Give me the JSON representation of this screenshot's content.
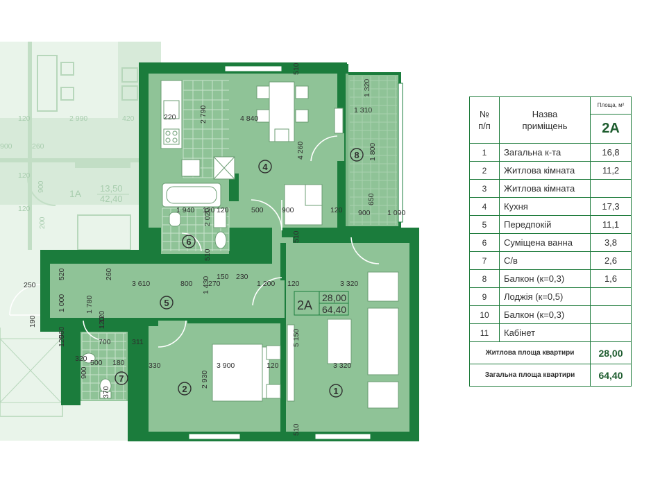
{
  "plan": {
    "apartment_code": "2A",
    "apartment_living": "28,00",
    "apartment_total": "64,40",
    "neighbor": {
      "code": "1A",
      "living": "13,50",
      "total": "42,40"
    },
    "room_markers": [
      "1",
      "2",
      "4",
      "5",
      "6",
      "7",
      "8"
    ],
    "neighbor_dims": [
      "120",
      "2 990",
      "420",
      "900",
      "260",
      "900",
      "120",
      "200",
      "120"
    ],
    "dimensions": [
      "220",
      "2 790",
      "4 840",
      "510",
      "1 320",
      "1 310",
      "4 260",
      "1 800",
      "1 940",
      "120",
      "2 020",
      "120",
      "500",
      "900",
      "120",
      "650",
      "900",
      "1 090",
      "510",
      "510",
      "250",
      "520",
      "260",
      "3 610",
      "800",
      "1 430",
      "270",
      "150",
      "230",
      "1 200",
      "120",
      "3 320",
      "1 000",
      "190",
      "1 780",
      "120",
      "1 120",
      "700",
      "311",
      "500",
      "180",
      "320",
      "900",
      "370",
      "330",
      "2 930",
      "3 900",
      "120",
      "5 150",
      "3 320",
      "510",
      "120",
      "560"
    ]
  },
  "legend": {
    "header": {
      "num": "№\nп/п",
      "name": "Назва\nприміщень",
      "unit": "Площа, м²",
      "code": "2A"
    },
    "rows": [
      {
        "num": "1",
        "name": "Загальна к-та",
        "area": "16,8"
      },
      {
        "num": "2",
        "name": "Житлова кімната",
        "area": "11,2"
      },
      {
        "num": "3",
        "name": "Житлова кімната",
        "area": ""
      },
      {
        "num": "4",
        "name": "Кухня",
        "area": "17,3"
      },
      {
        "num": "5",
        "name": "Передпокій",
        "area": "11,1"
      },
      {
        "num": "6",
        "name": "Суміщена ванна",
        "area": "3,8"
      },
      {
        "num": "7",
        "name": "С/в",
        "area": "2,6"
      },
      {
        "num": "8",
        "name": "Балкон (к=0,3)",
        "area": "1,6"
      },
      {
        "num": "9",
        "name": "Лоджія (к=0,5)",
        "area": ""
      },
      {
        "num": "10",
        "name": "Балкон (к=0,3)",
        "area": ""
      },
      {
        "num": "11",
        "name": "Кабінет",
        "area": ""
      }
    ],
    "living_label": "Житлова площа квартири",
    "living_value": "28,00",
    "total_label": "Загальна площа квартири",
    "total_value": "64,40"
  },
  "colors": {
    "wall": "#1b7c3c",
    "floor": "#8fc397",
    "neighbor": "#dfeee0",
    "neighbor_line": "#b7d7bb",
    "furniture": "#ffffff",
    "text": "#2f2f2f",
    "accent": "#1d5c2e"
  }
}
